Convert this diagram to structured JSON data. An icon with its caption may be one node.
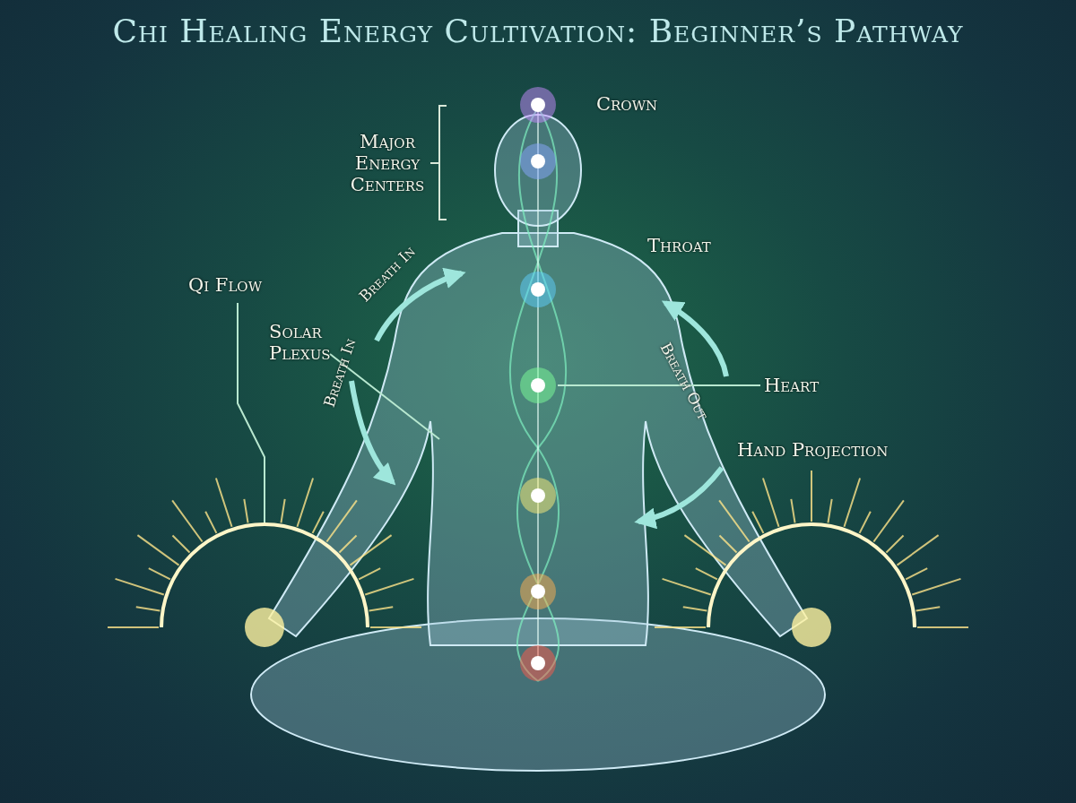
{
  "diagram": {
    "title": "Chi Healing Energy Cultivation: Beginner’s Pathway",
    "nodes": [
      {
        "text": [
          "Qi Flow"
        ]
      },
      {
        "text": [],
        "shape": "circle"
      },
      {
        "text": [
          "Solar Plexus"
        ]
      },
      {
        "text": [],
        "shape": "circle"
      },
      {
        "text": [
          "Heart"
        ]
      }
    ],
    "edges": [
      {
        "from": 0,
        "to": 1,
        "arrow": "none"
      },
      {
        "from": 2,
        "to": null,
        "arrow": "none"
      },
      {
        "from": 4,
        "to": 3,
        "arrow": "none"
      }
    ],
    "labels": [
      "Crown",
      "Major Energy Centers",
      "Throat",
      "Breath In",
      "Breath Out",
      "Breath In",
      "Hand Projection"
    ]
  }
}
